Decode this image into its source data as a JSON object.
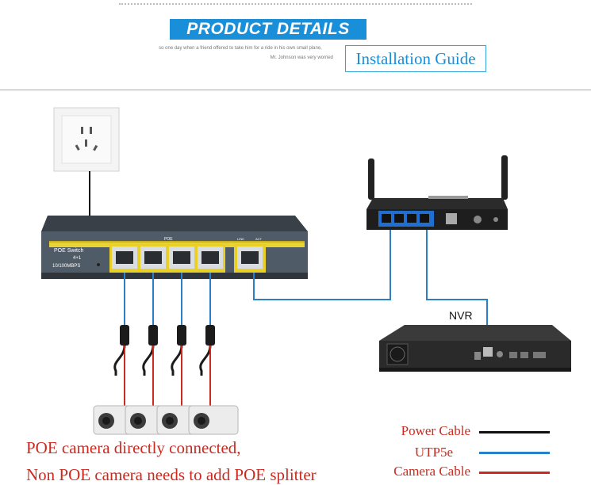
{
  "header": {
    "banner_title": "PRODUCT DETAILS",
    "tagline_1": "so one day when a friend offered to take him for a ride in his own small plane,",
    "tagline_2": "Mr. Johnson was very worried",
    "guide_title": "Installation Guide"
  },
  "diagram": {
    "switch_name": "POE Switch",
    "switch_ports": "4+1",
    "switch_speed": "10/100MBPS",
    "poe_label": "POE",
    "link_label": "LINK",
    "act_label": "ACT",
    "nvr_label": "NVR"
  },
  "captions": {
    "line_1": "POE camera directly connected,",
    "line_2": "Non POE camera needs to add POE splitter"
  },
  "legend": [
    {
      "label": "Power Cable",
      "color": "#111111"
    },
    {
      "label": "UTP5e",
      "color": "#2a7fc9"
    },
    {
      "label": "Camera Cable",
      "color": "#cc2a1f"
    }
  ]
}
